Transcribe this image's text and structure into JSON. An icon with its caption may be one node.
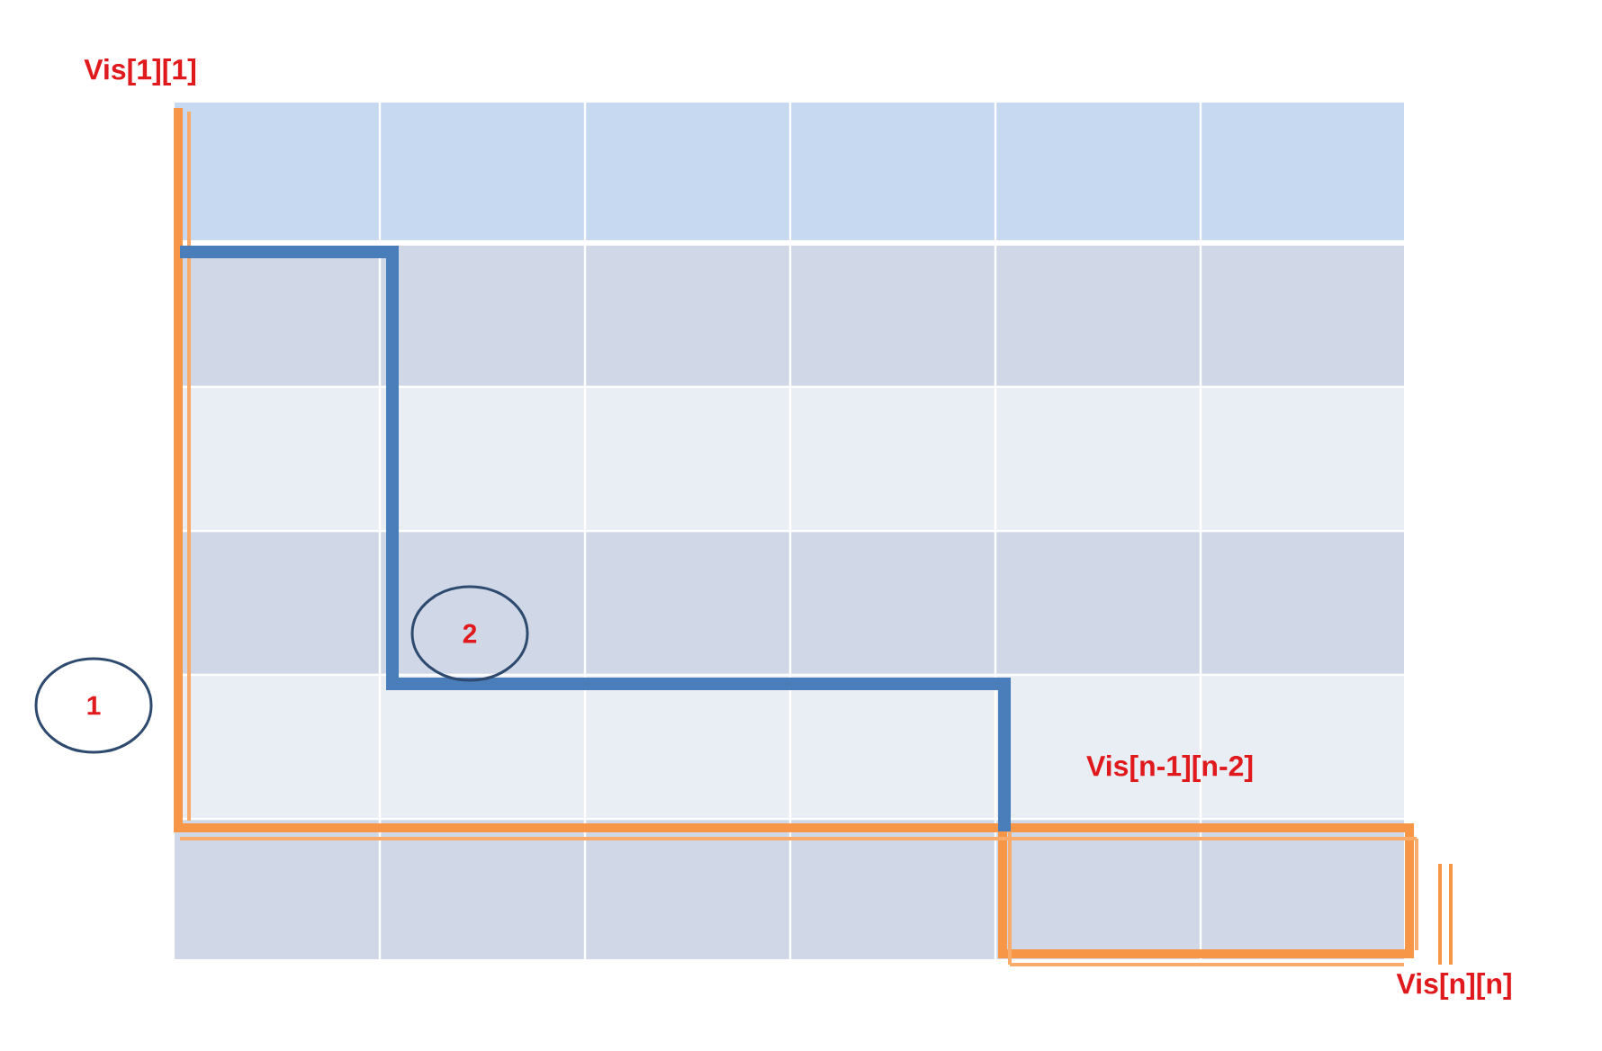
{
  "diagram": {
    "nodes": [
      {
        "text": [
          "1"
        ]
      },
      {
        "text": [
          "2"
        ]
      }
    ],
    "labels": [
      "Vis[1][1]",
      "Vis[n-1][n-2]",
      "Vis[n][n]"
    ]
  }
}
